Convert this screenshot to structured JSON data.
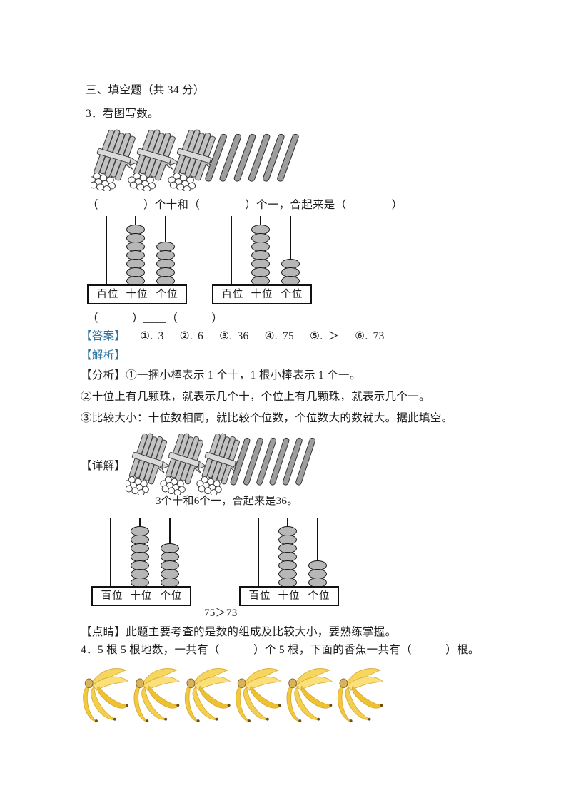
{
  "document": {
    "section_header": "三、填空题（共 34 分）",
    "q3_number": "3．",
    "q3_title": "看图写数。",
    "q3_fill_line": "（　　　　）个十和（　　　　）个一，合起来是（　　　　）",
    "q3_compare_line": "（　　　）____（　　　）",
    "answer_label": "【答案】",
    "answers": [
      {
        "num": "①.",
        "val": "3"
      },
      {
        "num": "②.",
        "val": "6"
      },
      {
        "num": "③.",
        "val": "36"
      },
      {
        "num": "④.",
        "val": "75"
      },
      {
        "num": "⑤.",
        "val": "＞"
      },
      {
        "num": "⑥.",
        "val": "73"
      }
    ],
    "analysis_label": "【解析】",
    "analysis_line1": "【分析】①一捆小棒表示 1 个十，1 根小棒表示 1 个一。",
    "analysis_line2": "②十位上有几颗珠，就表示几个十，个位上有几颗珠，就表示几个一。",
    "analysis_line3": "③比较大小：十位数相同，就比较个位数，个位数大的数就大。据此填空。",
    "detail_label": "【详解】",
    "detail_caption": "3个十和6个一，合起来是36。",
    "compare_result": "75＞73",
    "note_line": "【点睛】此题主要考查的是数的组成及比较大小，要熟练掌握。",
    "q4_line": "4．5 根 5 根地数，一共有（　　　）个 5 根，下面的香蕉一共有（　　　）根。"
  },
  "figures": {
    "sticks_question": {
      "bundles": 3,
      "singles": 6,
      "sticks_per_bundle": 10
    },
    "sticks_answer": {
      "bundles": 3,
      "singles": 6,
      "sticks_per_bundle": 10
    },
    "abacus_labels": [
      "百位",
      "十位",
      "个位"
    ],
    "abacus_question": [
      {
        "hundreds": 0,
        "tens": 7,
        "ones": 5,
        "value": 75
      },
      {
        "hundreds": 0,
        "tens": 7,
        "ones": 3,
        "value": 73
      }
    ],
    "abacus_answer": [
      {
        "hundreds": 0,
        "tens": 7,
        "ones": 5,
        "value": 75
      },
      {
        "hundreds": 0,
        "tens": 7,
        "ones": 3,
        "value": 73
      }
    ],
    "bananas": {
      "bunches": 6,
      "per_bunch": 5
    }
  },
  "colors": {
    "label_blue": "#2e73a0",
    "text": "#1d1d1d",
    "bundle_stick_fill": "#c2c2c2",
    "single_stick_fill": "#9d9d9d",
    "bead_fill": "#b7b7b7",
    "banana_yellow": "#f3cf4e"
  }
}
